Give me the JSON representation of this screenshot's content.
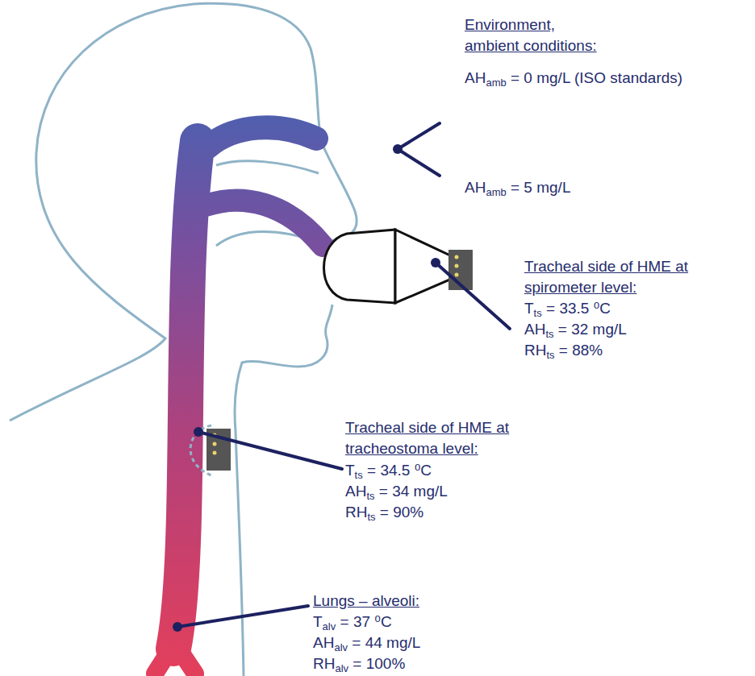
{
  "diagram": {
    "labels": [
      "Environment, ambient conditions:",
      "AHamb = 0 mg/L (ISO standards)",
      "AHamb = 5 mg/L",
      "Tracheal side of HME at spirometer level:",
      "Tts = 33.5 ⁰C",
      "AHts = 32 mg/L",
      "RHts = 88%",
      "Tracheal side of HME at tracheostoma level:",
      "Tts = 34.5 ⁰C",
      "AHts = 34 mg/L",
      "RHts = 90%",
      "Lungs – alveoli:",
      "Talv = 37 ⁰C",
      "AHalv = 44 mg/L",
      "RHalv = 100%"
    ]
  }
}
